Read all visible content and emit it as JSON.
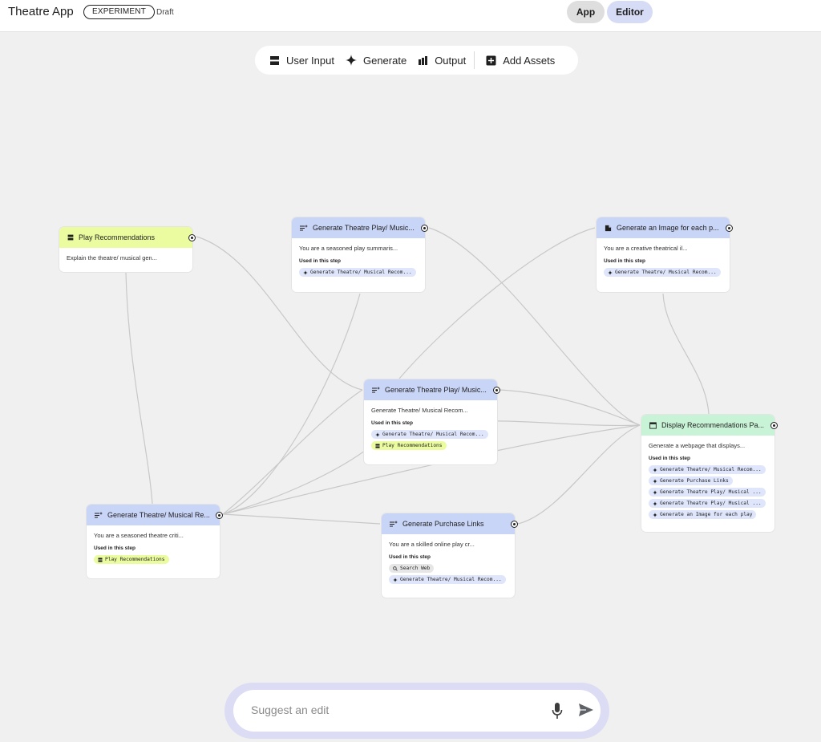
{
  "header": {
    "title": "Theatre App",
    "badge": "EXPERIMENT",
    "status": "Draft",
    "tabs": {
      "app": "App",
      "editor": "Editor"
    }
  },
  "toolbar": {
    "user_input": "User Input",
    "generate": "Generate",
    "output": "Output",
    "add_assets": "Add Assets"
  },
  "nodes": {
    "play_rec": {
      "title": "Play Recommendations",
      "desc": "Explain the theatre/ musical gen..."
    },
    "gen_summary": {
      "title": "Generate Theatre Play/ Music...",
      "desc": "You are a seasoned play summaris...",
      "used": "Used in this step",
      "chips": [
        "Generate Theatre/ Musical Recom..."
      ]
    },
    "gen_image": {
      "title": "Generate an Image for each p...",
      "desc": "You are a creative theatrical il...",
      "used": "Used in this step",
      "chips": [
        "Generate Theatre/ Musical Recom..."
      ]
    },
    "gen_details": {
      "title": "Generate Theatre Play/ Music...",
      "desc": "Generate Theatre/ Musical Recom...",
      "used": "Used in this step",
      "chips": [
        "Generate Theatre/ Musical Recom...",
        "Play Recommendations"
      ]
    },
    "display": {
      "title": "Display Recommendations Pa...",
      "desc": "Generate a webpage that displays...",
      "used": "Used in this step",
      "chips": [
        "Generate Theatre/ Musical Recom...",
        "Generate Purchase Links",
        "Generate Theatre Play/ Musical ...",
        "Generate Theatre Play/ Musical ...",
        "Generate an Image for each play"
      ]
    },
    "gen_rec": {
      "title": "Generate Theatre/ Musical Re...",
      "desc": "You are a seasoned theatre criti...",
      "used": "Used in this step",
      "chips": [
        "Play Recommendations"
      ]
    },
    "purchase": {
      "title": "Generate Purchase Links",
      "desc": "You are a skilled online play cr...",
      "used": "Used in this step",
      "chips": [
        "Search Web",
        "Generate Theatre/ Musical Recom..."
      ]
    }
  },
  "suggest": {
    "placeholder": "Suggest an edit"
  },
  "colors": {
    "generate_header": "#c9d5f7",
    "input_header": "#eafc9f",
    "output_header": "#c9f3d6",
    "editor_tab": "#d6dcf5"
  }
}
